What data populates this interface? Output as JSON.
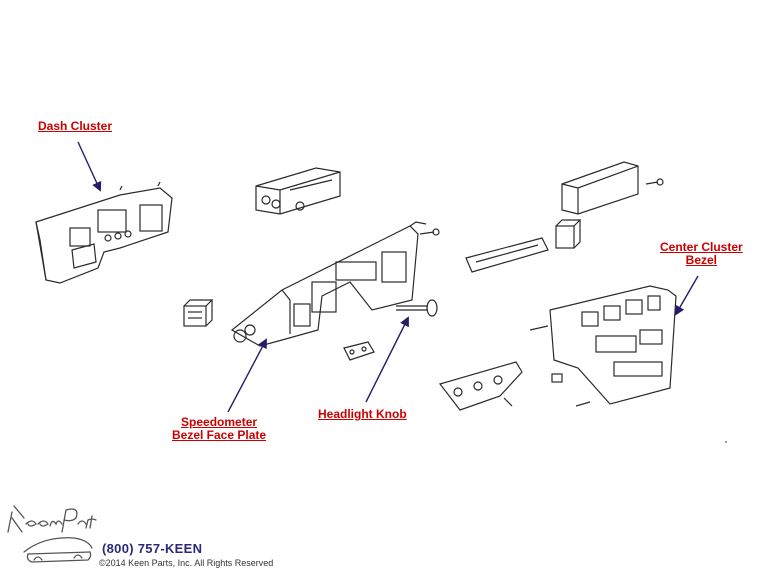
{
  "callouts": {
    "dash_cluster": "Dash Cluster",
    "center_cluster_line1": "Center Cluster",
    "center_cluster_line2": "Bezel",
    "speedometer_line1": "Speedometer",
    "speedometer_line2": "Bezel Face Plate",
    "headlight_knob": "Headlight Knob"
  },
  "footer": {
    "phone": "(800) 757-KEEN",
    "copyright": "©2014 Keen Parts, Inc. All Rights Reserved",
    "logo_text": "Keen Parts"
  },
  "colors": {
    "label": "#cc0000",
    "arrow": "#2a1a6a",
    "line_art": "#2b2b2b",
    "phone": "#2a2a7a"
  }
}
